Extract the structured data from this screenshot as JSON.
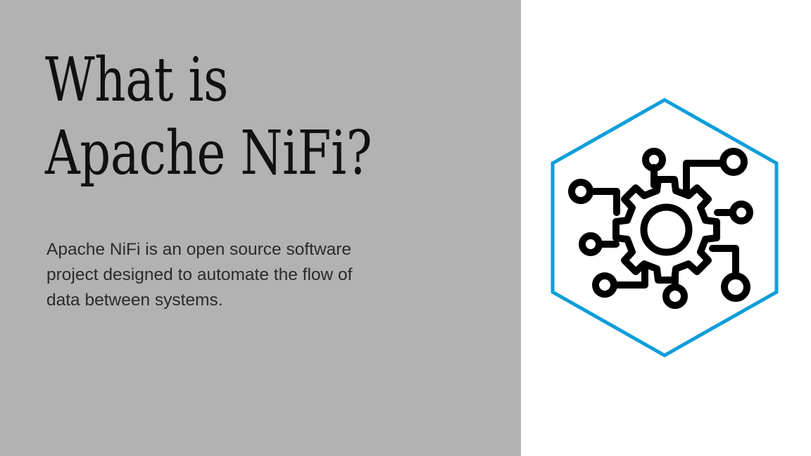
{
  "slide": {
    "title_lines": [
      "What is",
      "Apache NiFi?"
    ],
    "body_lines": [
      "Apache NiFi is an open source software",
      "project designed to automate the flow of",
      "data between systems."
    ],
    "body_text": "Apache NiFi is an open source software project designed to automate the flow of data between systems.",
    "icon": {
      "name": "gear-network-hexagon-icon",
      "description": "Blue hexagon outline containing a black gear with circuit nodes radiating outward",
      "hexagon_color": "#0d9ed9",
      "gear_color": "#000000",
      "node_count": 8
    },
    "colors": {
      "panel_background": "#b2b2b2",
      "page_background": "#ffffff",
      "title_text": "#111111",
      "body_text": "#2b2b2b",
      "accent_blue": "#0d9ed9"
    }
  }
}
